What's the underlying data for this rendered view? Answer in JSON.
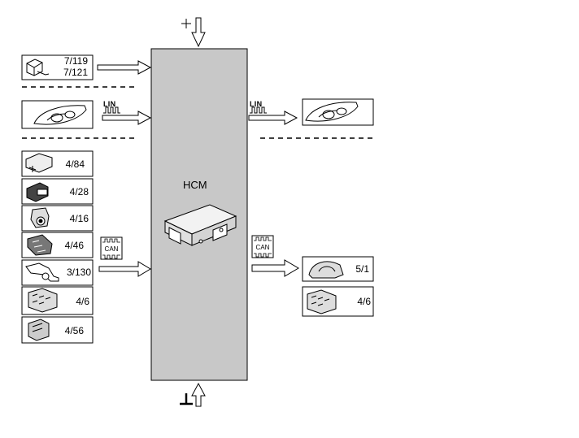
{
  "hcm": {
    "label": "HCM"
  },
  "signals": {
    "lin": "LIN",
    "can": "CAN"
  },
  "inputs": {
    "top": [
      "7/119",
      "7/121"
    ],
    "modules": [
      "4/84",
      "4/28",
      "4/16",
      "4/46",
      "3/130",
      "4/6",
      "4/56"
    ]
  },
  "outputs": {
    "modules": [
      "5/1",
      "4/6"
    ]
  },
  "colors": {
    "hcm_fill": "#c8c8c8",
    "line": "#000000",
    "box_bg": "#ffffff"
  }
}
